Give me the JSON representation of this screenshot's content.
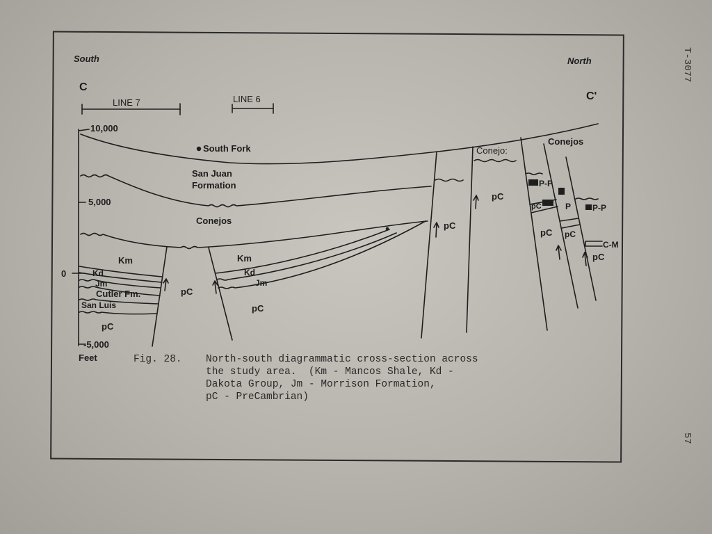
{
  "page": {
    "report_id": "T-3077",
    "page_number": "57"
  },
  "figure": {
    "direction_left": "South",
    "direction_right": "North",
    "section_start": "C",
    "section_end": "C'",
    "line7_label": "LINE 7",
    "line6_label": "LINE 6",
    "scale_unit": "Feet",
    "elevation_ticks": [
      "10,000",
      "5,000",
      "0",
      "-5,000"
    ],
    "labels": {
      "south_fork": "South Fork",
      "san_juan_1": "San Juan",
      "san_juan_2": "Formation",
      "conejos_main": "Conejos",
      "conejos_mid": "Conejo:",
      "conejos_right": "Conejos",
      "km_left": "Km",
      "km_mid": "Km",
      "kd_left": "Kd",
      "kd_mid": "Kd",
      "jm_left": "Jm",
      "jm_mid": "Jm",
      "cutler": "Cutler Fm.",
      "san_luis": "San Luis",
      "pc_left": "pC",
      "pc_horst": "pC",
      "pc_mid": "pC",
      "pc_right1": "pC",
      "pc_right2": "pC",
      "pc_r3": "pC",
      "pc_r4": "pC",
      "pc_r5": "pC",
      "pc_r6": "pC",
      "pp1": "P-P",
      "pp2": "P",
      "pp3": "P-P",
      "cm": "C-M"
    }
  },
  "caption": {
    "lead": "Fig. 28.",
    "line1": "North-south diagrammatic cross-section across",
    "line2": "the study area.  (Km - Mancos Shale, Kd -",
    "line3": "Dakota Group, Jm - Morrison Formation,",
    "line4": "pC - PreCambrian)"
  }
}
